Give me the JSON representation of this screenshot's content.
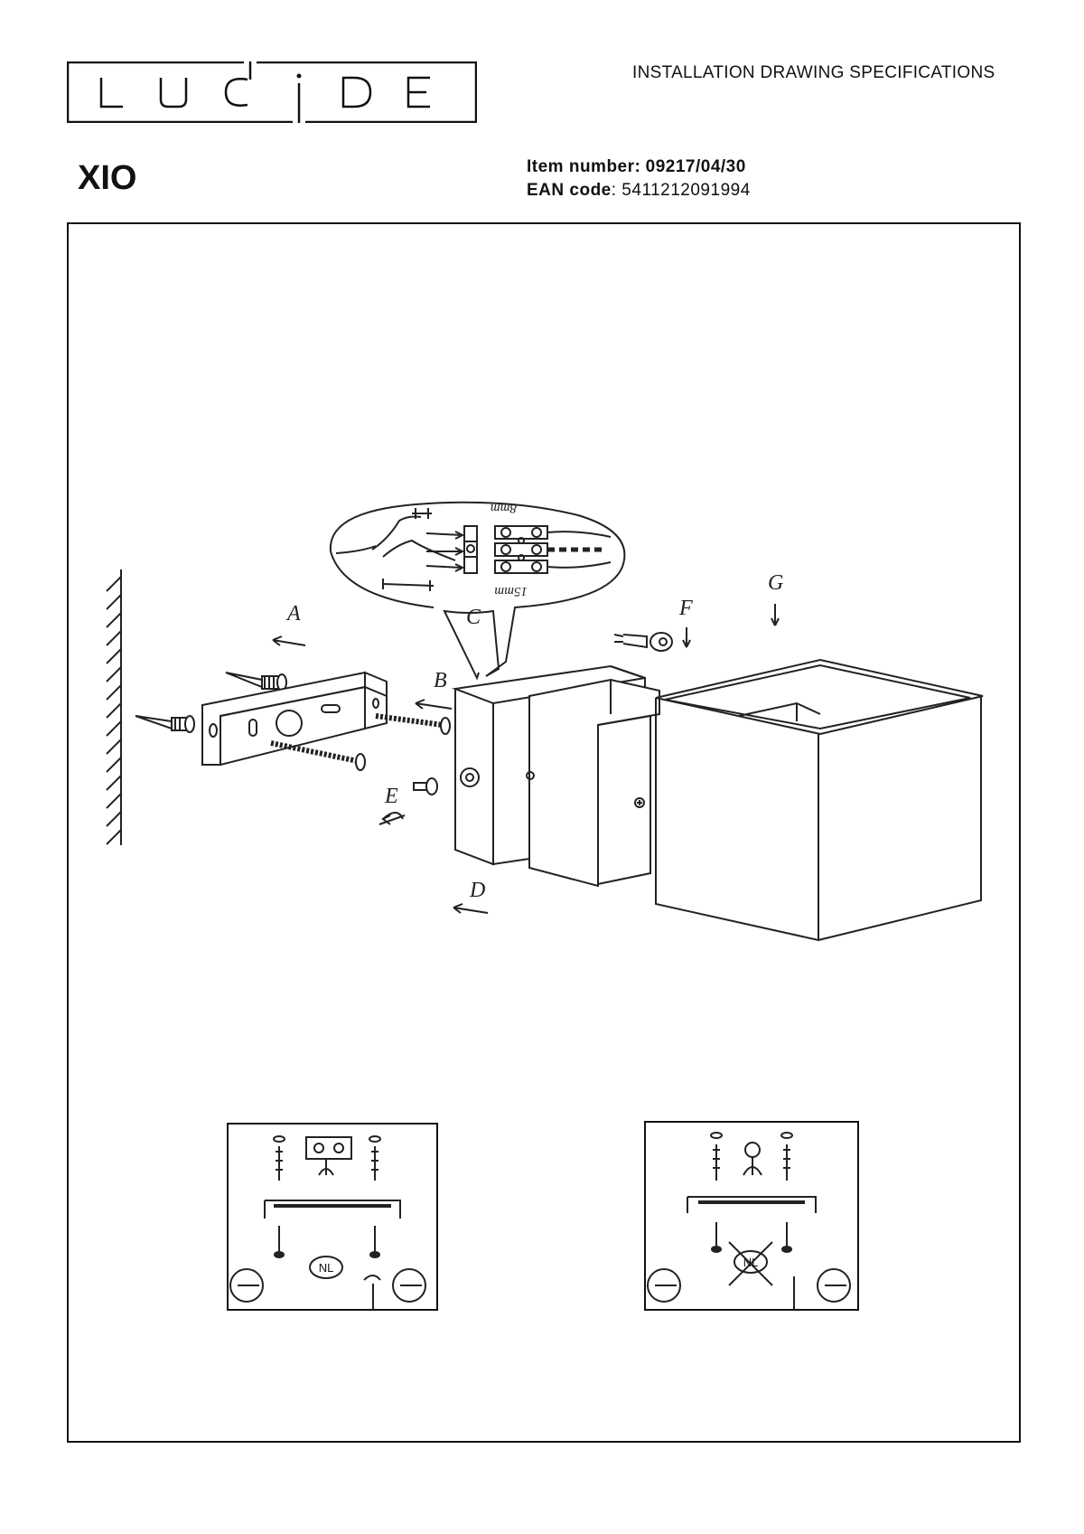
{
  "brand": {
    "logo_text": "LUCIDE"
  },
  "header": {
    "document_type": "INSTALLATION DRAWING SPECIFICATIONS"
  },
  "product": {
    "name": "XIO",
    "item_number_label": "Item number:",
    "item_number": "09217/04/30",
    "ean_label": "EAN code",
    "ean_code": ": 5411212091994"
  },
  "diagram": {
    "part_labels": [
      "A",
      "B",
      "C",
      "D",
      "E",
      "F",
      "G"
    ],
    "dimension_8": "8mm",
    "dimension_15": "15mm"
  },
  "mounting_panels": [
    {
      "badge": "NL",
      "crossed_out": false
    },
    {
      "badge": "NL",
      "crossed_out": true
    }
  ]
}
